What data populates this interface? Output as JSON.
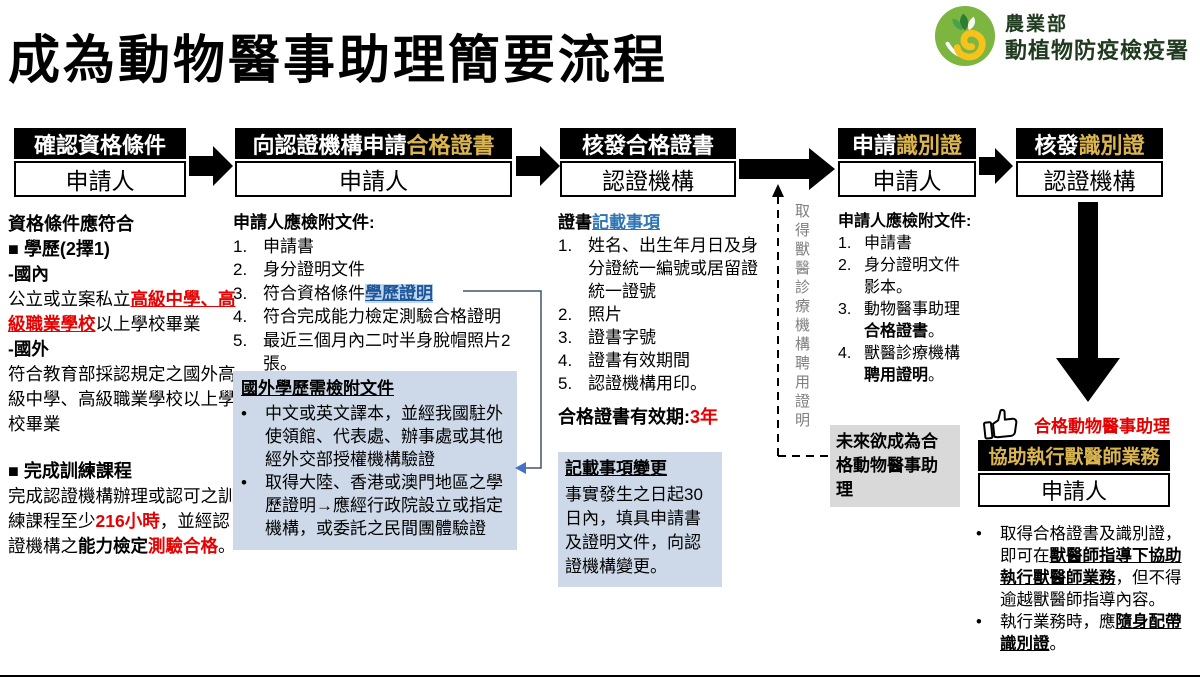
{
  "title": "成為動物醫事助理簡要流程",
  "logo": {
    "line1": "農業部",
    "line2": "動植物防疫檢疫署"
  },
  "glyphs": {
    "bullet": "•"
  },
  "colors": {
    "accent_yellow": "#DBB54D",
    "red": "#E60000",
    "link_blue": "#2E75B6",
    "panel_blue": "#CDD9E8",
    "panel_gray": "#D9D9D9"
  },
  "flow": {
    "step1": {
      "title": "確認資格條件",
      "actor": "申請人"
    },
    "step2": {
      "title_pre": "向認證機構申請",
      "title_highlight": "合格證書",
      "actor": "申請人"
    },
    "step3": {
      "title": "核發合格證書",
      "actor": "認證機構"
    },
    "step4": {
      "title_pre": "申請",
      "title_highlight": "識別證",
      "actor": "申請人"
    },
    "step5": {
      "title_pre": "核發",
      "title_highlight": "識別證",
      "actor": "認證機構"
    }
  },
  "qualifications": {
    "heading": "資格條件應符合",
    "edu_heading": "■  學歷(2擇1)",
    "domestic_label": "-國內",
    "domestic_pre": "公立或立案私立",
    "domestic_red": "高級中學、高級職業學校",
    "domestic_post": "以上學校畢業",
    "foreign_label": "-國外",
    "foreign_text": "符合教育部採認規定之國外高級中學、高級職業學校以上學校畢業",
    "training_heading": "■  完成訓練課程",
    "training_pre": "完成認證機構辦理或認可之訓練課程至少",
    "training_hours": "216小時",
    "training_mid": "，並經認證機構之",
    "training_bold": "能力檢定",
    "training_red": "測驗合格",
    "training_end": "。"
  },
  "apply_docs": {
    "heading": "申請人應檢附文件:",
    "items": [
      {
        "num": "1.",
        "text": "申請書"
      },
      {
        "num": "2.",
        "text": "身分證明文件"
      },
      {
        "num": "3.",
        "pre": "符合資格條件",
        "link": "學歷證明"
      },
      {
        "num": "4.",
        "text": "符合完成能力檢定測驗合格證明"
      },
      {
        "num": "5.",
        "text": "最近三個月內二吋半身脫帽照片2張。"
      }
    ]
  },
  "foreign_docs": {
    "heading": "國外學歷需檢附文件",
    "bullets": [
      "中文或英文譯本，並經我國駐外使領館、代表處、辦事處或其他經外交部授權機構驗證",
      "取得大陸、香港或澳門地區之學歷證明→應經行政院設立或指定機構，或委託之民間團體驗證"
    ]
  },
  "certificate": {
    "heading_black": "證書",
    "heading_blue": "記載事項",
    "items": [
      {
        "num": "1.",
        "text": "姓名、出生年月日及身分證統一編號或居留證統一證號"
      },
      {
        "num": "2.",
        "text": "照片"
      },
      {
        "num": "3.",
        "text": "證書字號"
      },
      {
        "num": "4.",
        "text": "證書有效期間"
      },
      {
        "num": "5.",
        "text": "認證機構用印。"
      }
    ],
    "validity_label": "合格證書有效期:",
    "validity_value": "3年"
  },
  "change_box": {
    "heading": "記載事項變更",
    "body": "事實發生之日起30日內，填具申請書及證明文件，向認證機構變更。"
  },
  "employment_note": "取得獸醫診療機構聘用證明",
  "id_docs": {
    "heading": "申請人應檢附文件:",
    "items": [
      {
        "num": "1.",
        "text": "申請書"
      },
      {
        "num": "2.",
        "text": "身分證明文件影本。"
      },
      {
        "num": "3.",
        "pre": "動物醫事助理",
        "bold": "合格證書",
        "post": "。"
      },
      {
        "num": "4.",
        "pre": "獸醫診療機構",
        "bold": "聘用證明",
        "post": "。"
      }
    ]
  },
  "future_box": "未來欲成為合格動物醫事助理",
  "result": {
    "label": "合格動物醫事助理",
    "box_title": "協助執行獸醫師業務",
    "actor": "申請人",
    "bullets": [
      {
        "pre": "取得合格證書及識別證，即可在",
        "em": "獸醫師指導下協助執行獸醫師業務",
        "post": "，但不得逾越獸醫師指導內容。"
      },
      {
        "pre": "執行業務時，應",
        "em": "隨身配帶識別證",
        "post": "。"
      }
    ]
  }
}
